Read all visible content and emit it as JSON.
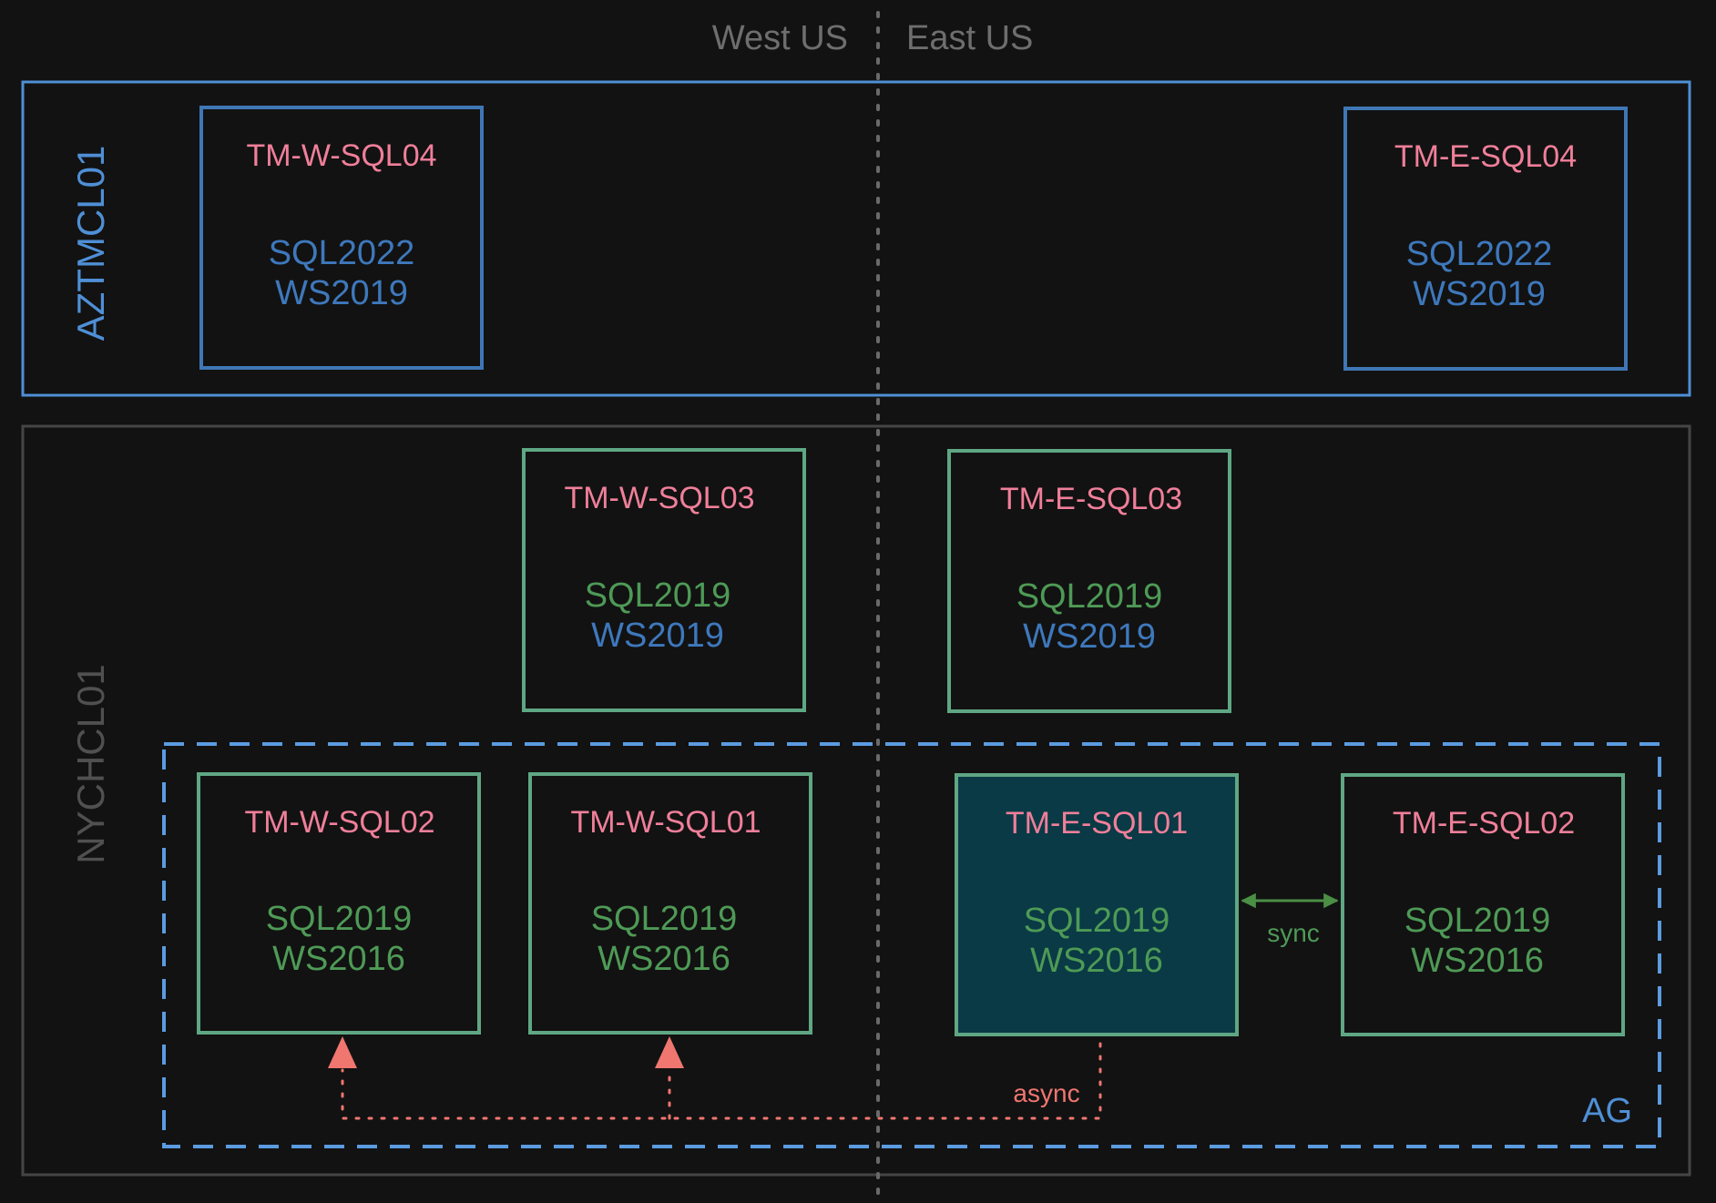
{
  "colors": {
    "background": "#121212",
    "azure_cluster_border": "#4f8fd6",
    "onprem_cluster_border": "#454545",
    "region_divider": "#6a6a6a",
    "node_border_blue": "#3f77b5",
    "node_border_green": "#5fa784",
    "node_name": "#f07f9a",
    "sql_green": "#4e9a56",
    "os_blue": "#3e78bc",
    "primary_fill": "#093a45",
    "ag_border": "#5b9be0",
    "ag_label": "#4f8fd6",
    "cluster_label_blue": "#4f8fd6",
    "cluster_label_gray": "#505050",
    "sync_arrow": "#4b8f45",
    "async_line": "#f07670"
  },
  "regions": {
    "west": "West US",
    "east": "East US"
  },
  "clusters": {
    "azure": {
      "label": "AZTMCL01"
    },
    "onprem": {
      "label": "NYCHCL01"
    }
  },
  "availability_group": {
    "label": "AG"
  },
  "nodes": {
    "w_sql04": {
      "name": "TM-W-SQL04",
      "sql": "SQL2022",
      "os": "WS2019"
    },
    "e_sql04": {
      "name": "TM-E-SQL04",
      "sql": "SQL2022",
      "os": "WS2019"
    },
    "w_sql03": {
      "name": "TM-W-SQL03",
      "sql": "SQL2019",
      "os": "WS2019"
    },
    "e_sql03": {
      "name": "TM-E-SQL03",
      "sql": "SQL2019",
      "os": "WS2019"
    },
    "w_sql02": {
      "name": "TM-W-SQL02",
      "sql": "SQL2019",
      "os": "WS2016"
    },
    "w_sql01": {
      "name": "TM-W-SQL01",
      "sql": "SQL2019",
      "os": "WS2016"
    },
    "e_sql01": {
      "name": "TM-E-SQL01",
      "sql": "SQL2019",
      "os": "WS2016"
    },
    "e_sql02": {
      "name": "TM-E-SQL02",
      "sql": "SQL2019",
      "os": "WS2016"
    }
  },
  "links": {
    "sync": "sync",
    "async": "async"
  }
}
